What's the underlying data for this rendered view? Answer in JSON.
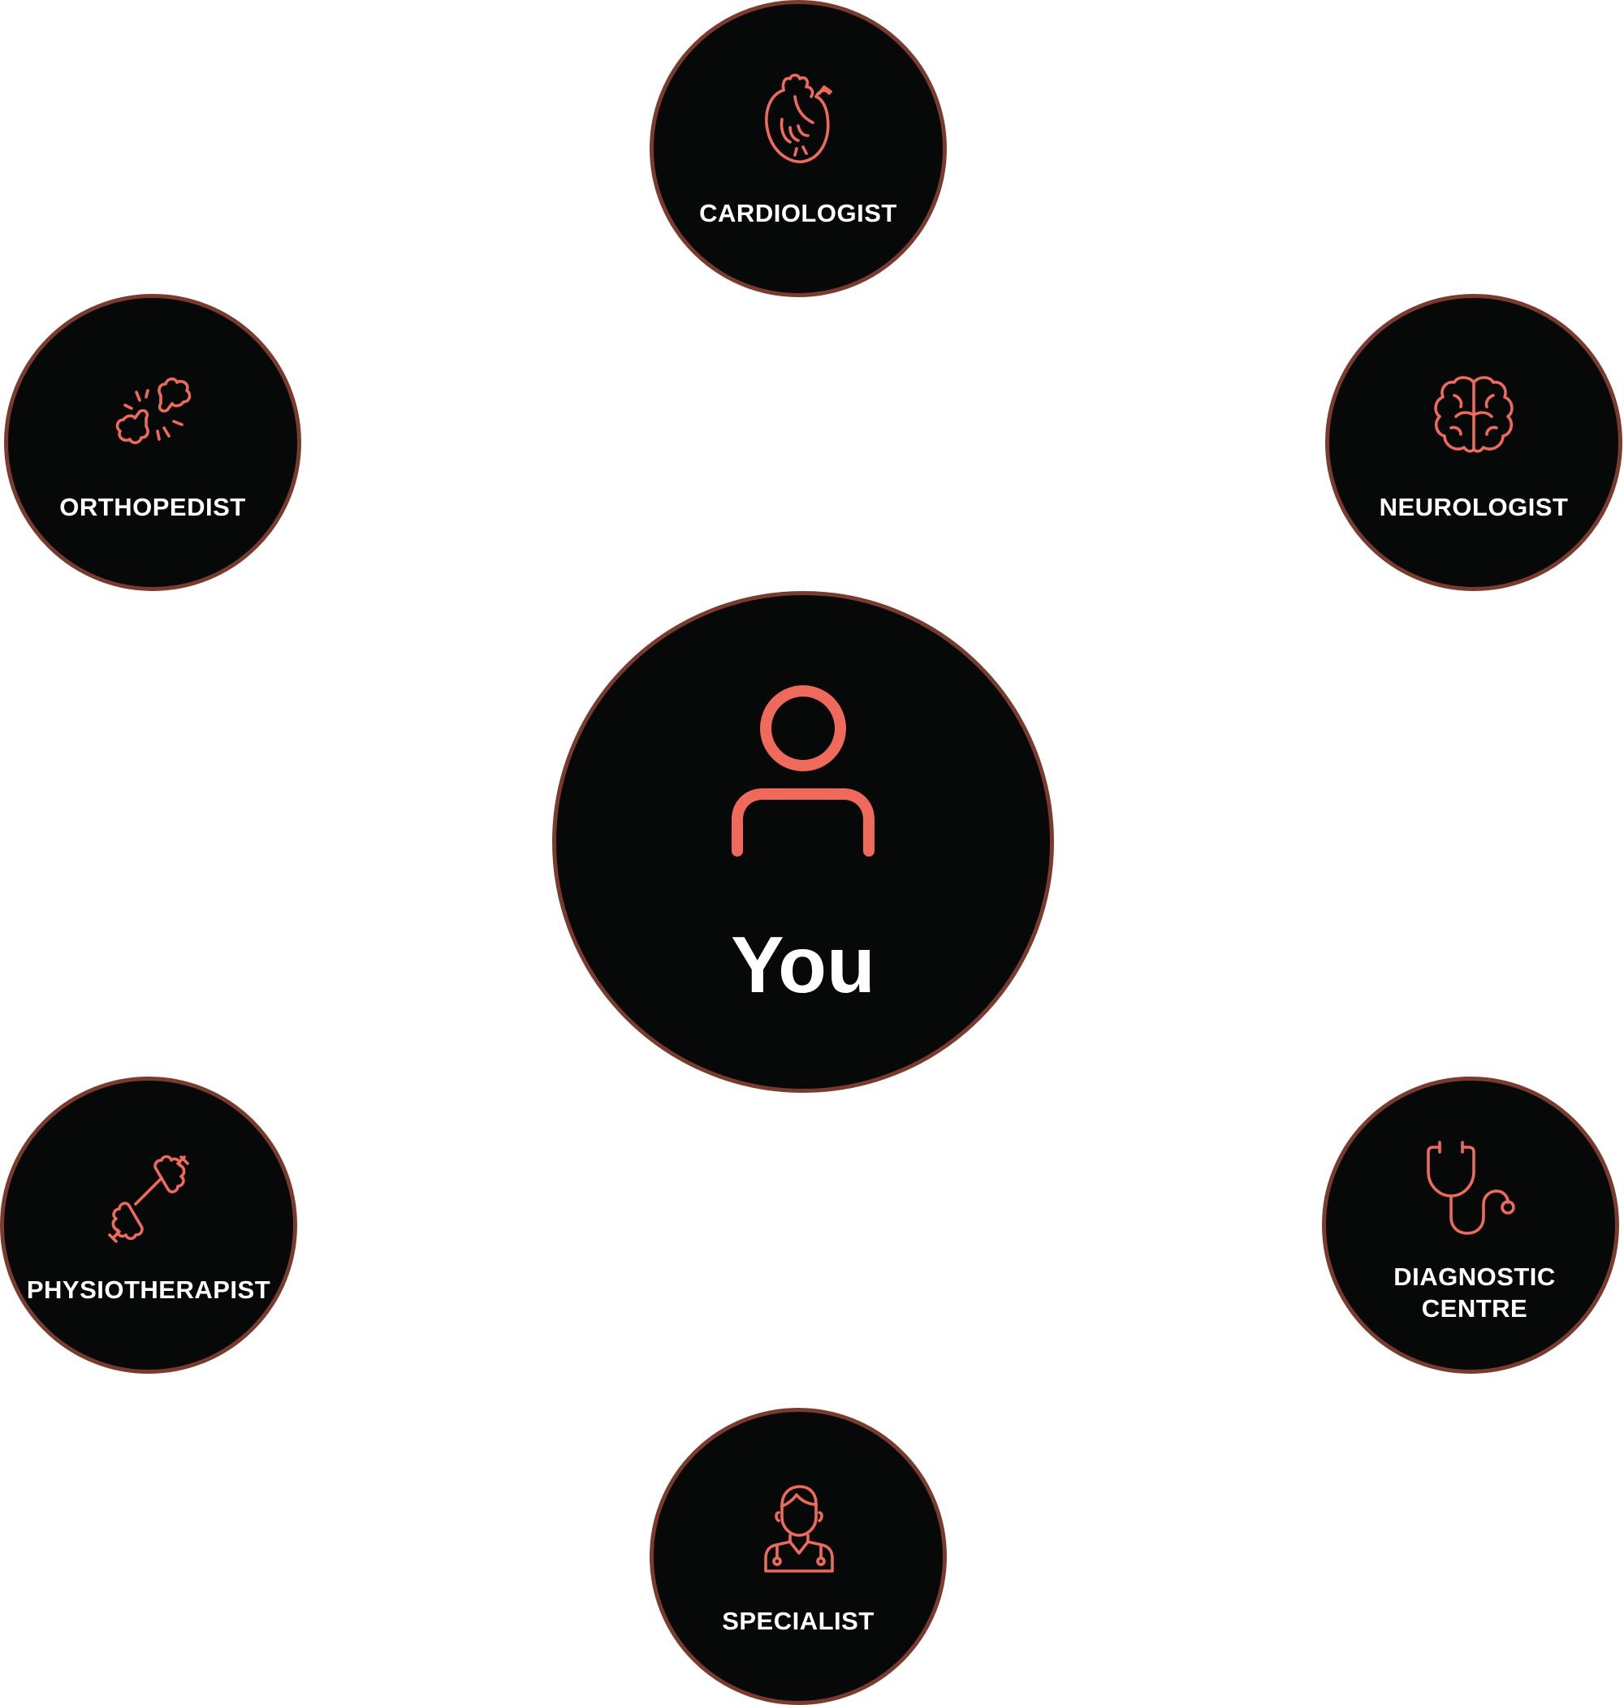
{
  "center": {
    "label": "You",
    "icon": "user-icon"
  },
  "nodes": {
    "cardiologist": {
      "label": "CARDIOLOGIST",
      "icon": "heart-icon"
    },
    "orthopedist": {
      "label": "ORTHOPEDIST",
      "icon": "broken-bone-icon"
    },
    "neurologist": {
      "label": "NEUROLOGIST",
      "icon": "brain-icon"
    },
    "physiotherapist": {
      "label": "PHYSIOTHERAPIST",
      "icon": "dumbbell-icon"
    },
    "diagnostic_centre": {
      "label": "DIAGNOSTIC CENTRE",
      "icon": "stethoscope-icon"
    },
    "specialist": {
      "label": "SPECIALIST",
      "icon": "doctor-icon"
    }
  },
  "colors": {
    "node_fill": "#070909",
    "node_border": "#7a3b2f",
    "icon": "#ef6a5a",
    "label": "#ffffff",
    "background": "#ffffff"
  }
}
